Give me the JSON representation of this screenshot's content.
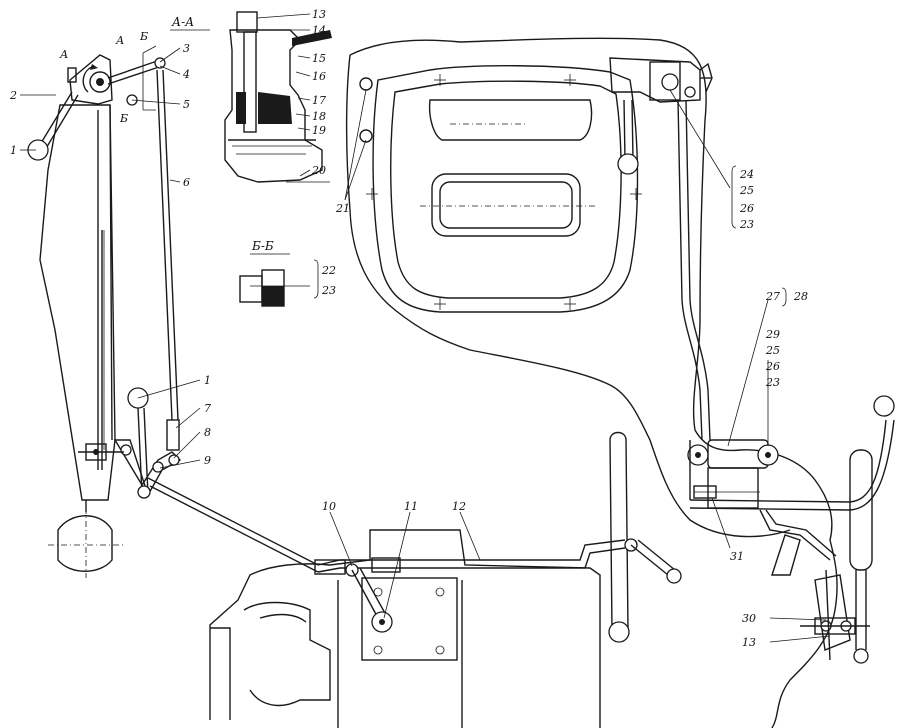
{
  "section_titles": {
    "aa": "А-А",
    "bb": "Б-Б"
  },
  "section_marks": {
    "a_left": "А",
    "a_right": "А",
    "b_top": "Б",
    "b_bottom": "Б"
  },
  "callouts": {
    "n1_top": "1",
    "n1_mid": "1",
    "n2": "2",
    "n3": "3",
    "n4": "4",
    "n5": "5",
    "n6": "6",
    "n7": "7",
    "n8": "8",
    "n9": "9",
    "n10": "10",
    "n11": "11",
    "n12": "12",
    "n13_top": "13",
    "n14": "14",
    "n15": "15",
    "n16": "16",
    "n17": "17",
    "n18": "18",
    "n19": "19",
    "n20": "20",
    "n21": "21",
    "n22": "22",
    "n23_bb": "23",
    "group_a": [
      "24",
      "25",
      "26",
      "23"
    ],
    "n27": "27",
    "n28": "28",
    "group_b": [
      "29",
      "25",
      "26",
      "23"
    ],
    "n30": "30",
    "n31": "31",
    "n13_bottom": "13"
  }
}
